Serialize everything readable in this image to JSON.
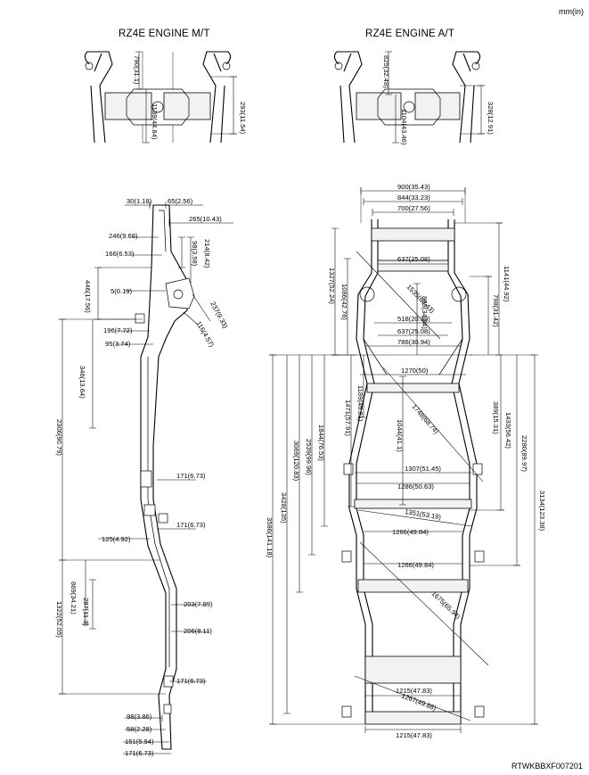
{
  "header": {
    "unit_label": "mm(in)",
    "title_mt": "RZ4E ENGINE M/T",
    "title_at": "RZ4E ENGINE A/T",
    "figure_code": "RTWKBBXF007201"
  },
  "mt_detail": {
    "dims": [
      "790(31.1)",
      "1139(44.84)",
      "293(11.54)"
    ]
  },
  "at_detail": {
    "dims": [
      "825(32.48)",
      "1104(43.46)",
      "328(12.91)"
    ]
  },
  "side_view": {
    "dims": [
      "30(1.18)",
      "65(2.56)",
      "265(10.43)",
      "246(9.68)",
      "214(8.42)",
      "98(3.58)",
      "166(6.53)",
      "446(17.56)",
      "5(0.19)",
      "237(9.33)",
      "196(7.72)",
      "116(4.57)",
      "95(3.74)",
      "346(13.64)",
      "2306(90.79)",
      "171(6.73)",
      "171(6.73)",
      "125(4.92)",
      "869(34.21)",
      "287(11.3)",
      "1322(52.05)",
      "203(7.99)",
      "206(8.11)",
      "171(6.73)",
      "98(3.86)",
      "58(2.28)",
      "151(5.94)",
      "171(6.73)"
    ]
  },
  "plan_view": {
    "dims": [
      "900(35.43)",
      "844(33.23)",
      "700(27.56)",
      "637(25.08)",
      "1141(44.92)",
      "1327(52.24)",
      "1086(42.76)",
      "798(31.42)",
      "1535(60.43)",
      "885(34.84)",
      "518(20.39)",
      "637(25.08)",
      "786(30.94)",
      "1270(50)",
      "389(15.31)",
      "1189(46.81)",
      "1471(57.91)",
      "1433(56.42)",
      "1748(68.74)",
      "1044(41.1)",
      "1844(76.53)",
      "2280(89.97)",
      "1307(51.45)",
      "2539(99.96)",
      "3069(120.83)",
      "1286(50.63)",
      "3134(123.38)",
      "3428(135)",
      "1351(53.19)",
      "1266(49.84)",
      "3586(141.18)",
      "1266(49.84)",
      "1675(65.94)",
      "1215(47.83)",
      "1267(49.88)",
      "1215(47.83)"
    ]
  }
}
